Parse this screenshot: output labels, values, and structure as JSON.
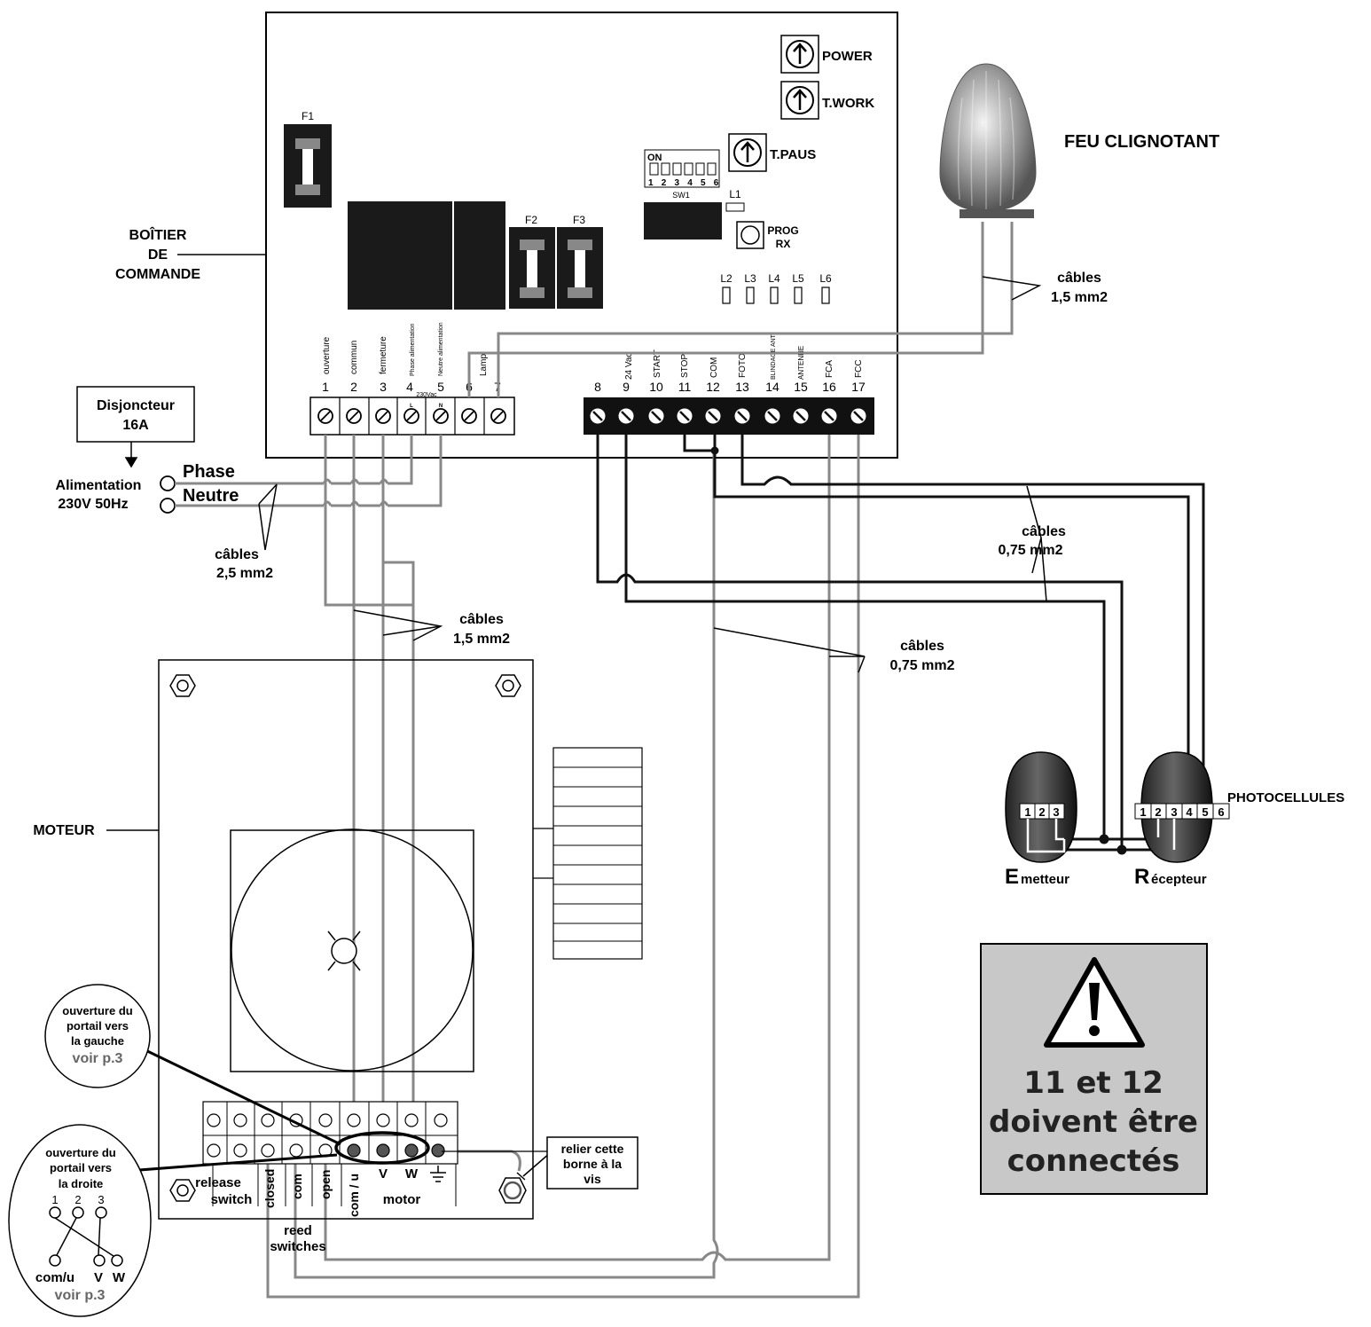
{
  "controller": {
    "label_l1": "BOÎTIER",
    "label_l2": "DE",
    "label_l3": "COMMANDE",
    "fuse_f1": "F1",
    "fuse_f2": "F2",
    "fuse_f3": "F3",
    "btn_power": "POWER",
    "btn_twork": "T.WORK",
    "btn_tpaus": "T.PAUS",
    "dip_on": "ON",
    "dip_nums": "1 2 3 4 5 6",
    "sw1": "SW1",
    "led_l1": "L1",
    "prog_l1": "PROG",
    "prog_l2": "RX",
    "leds": [
      "L2",
      "L3",
      "L4",
      "L5",
      "L6"
    ]
  },
  "terminals_left": {
    "names": [
      "ouverture",
      "commun",
      "fermeture",
      "Phase alimentation",
      "Neutre alimentation",
      "",
      "Lamp"
    ],
    "numbers": [
      "1",
      "2",
      "3",
      "4",
      "5",
      "6",
      "7"
    ],
    "l_mark": "L",
    "n_mark": "N",
    "v230": "230Vac"
  },
  "terminals_right": {
    "names": [
      "24 Vac",
      "",
      "START",
      "STOP",
      "COM",
      "FOTO",
      "BLINDAGE ANT",
      "ANTENNE",
      "FCA",
      "FCC"
    ],
    "numbers": [
      "8",
      "9",
      "10",
      "11",
      "12",
      "13",
      "14",
      "15",
      "16",
      "17"
    ]
  },
  "feu": {
    "label": "FEU CLIGNOTANT"
  },
  "cables": {
    "lamp_l1": "câbles",
    "lamp_l2": "1,5 mm2",
    "photo_l1": "câbles",
    "photo_l2": "0,75 mm2",
    "power_l1": "câbles",
    "power_l2": "2,5 mm2",
    "motor_l1": "câbles",
    "motor_l2": "1,5 mm2",
    "reed_l1": "câbles",
    "reed_l2": "0,75 mm2"
  },
  "power": {
    "disj_l1": "Disjoncteur",
    "disj_l2": "16A",
    "alim_l1": "Alimentation",
    "alim_l2": "230V 50Hz",
    "phase": "Phase",
    "neutre": "Neutre"
  },
  "motor": {
    "label": "MOTEUR",
    "release_l1": "release",
    "release_l2": "switch",
    "t_closed": "closed",
    "t_com": "com",
    "t_open": "open",
    "t_comu": "com / u",
    "t_v": "V",
    "t_w": "W",
    "motor_word": "motor",
    "reed_l1": "reed",
    "reed_l2": "switches",
    "relier_l1": "relier cette",
    "relier_l2": "borne à la",
    "relier_l3": "vis"
  },
  "bubble_left": {
    "l1": "ouverture du",
    "l2": "portail vers",
    "l3": "la gauche",
    "l4": "voir p.3"
  },
  "bubble_right": {
    "l1": "ouverture du",
    "l2": "portail vers",
    "l3": "la droite",
    "n1": "1",
    "n2": "2",
    "n3": "3",
    "comu": "com/u",
    "v": "V",
    "w": "W",
    "voir": "voir p.3"
  },
  "photocells": {
    "label": "PHOTOCELLULES",
    "em_big": "E",
    "em_rest": "metteur",
    "rec_big": "R",
    "rec_rest": "écepteur",
    "em_nums": [
      "1",
      "2",
      "3"
    ],
    "rec_nums": [
      "1",
      "2",
      "3",
      "4",
      "5",
      "6"
    ]
  },
  "warning": {
    "l1": "11 et 12",
    "l2": "doivent être",
    "l3": "connectés"
  }
}
